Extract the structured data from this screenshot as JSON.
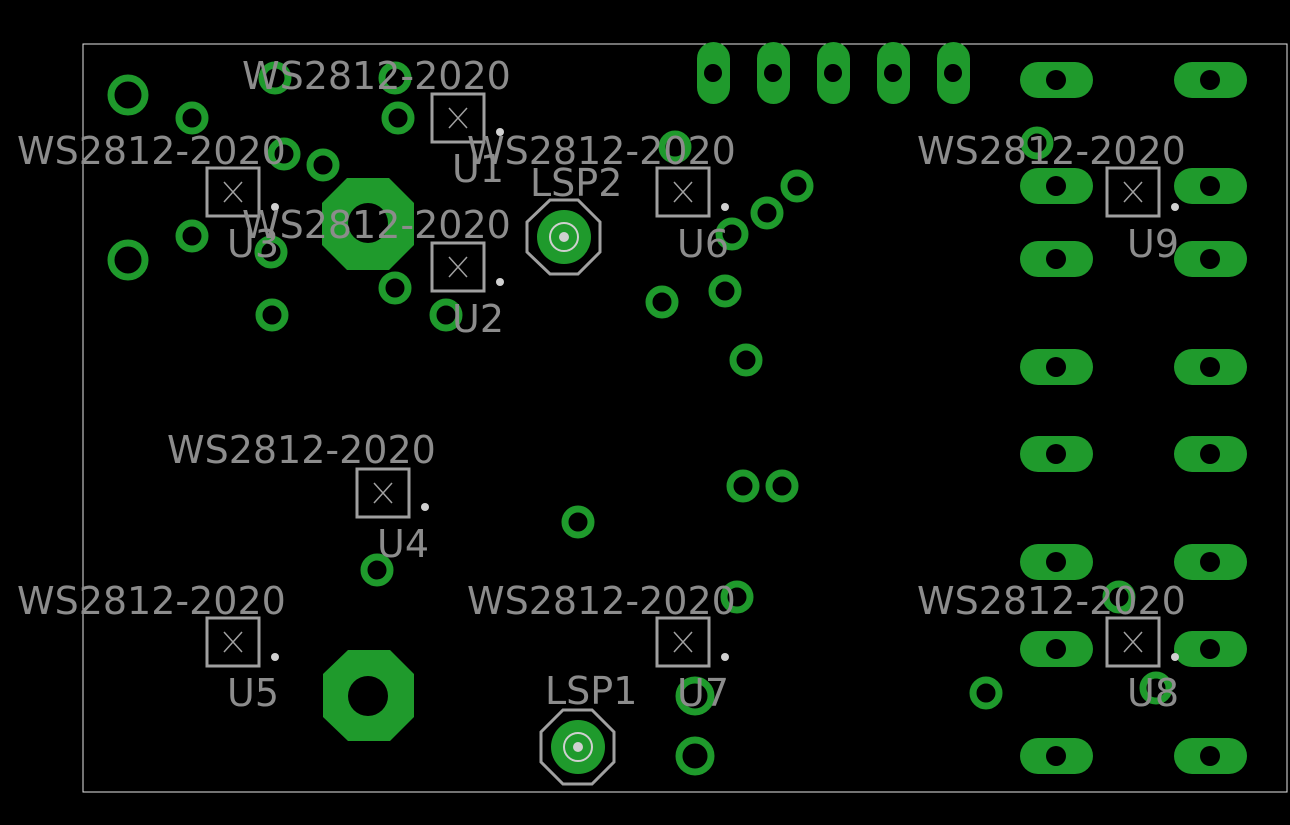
{
  "colors": {
    "background": "#000000",
    "copper": "#1f9a2c",
    "silk": "#a0a0a0",
    "outline": "#e6e6e6",
    "label": "#8c8c8c",
    "hole": "#000000"
  },
  "icons": {
    "board": "pcb-board-outline",
    "pad": "through-hole-pad-icon",
    "led": "smd-led-package-icon",
    "speaker": "speaker-pad-icon",
    "header": "pin-header-icon"
  },
  "labels": {
    "u1_value": "WS2812-2020",
    "u1_ref": "U1",
    "u2_value": "WS2812-2020",
    "u2_ref": "U2",
    "u3_value": "WS2812-2020",
    "u3_ref": "U3",
    "u4_value": "WS2812-2020",
    "u4_ref": "U4",
    "u5_value": "WS2812-2020",
    "u5_ref": "U5",
    "u6_value": "WS2812-2020",
    "u6_ref": "U6",
    "u7_value": "WS2812-2020",
    "u7_ref": "U7",
    "u8_value": "WS2812-2020",
    "u8_ref": "U8",
    "u9_value": "WS2812-2020",
    "u9_ref": "U9",
    "lsp1": "LSP1",
    "lsp2": "LSP2"
  }
}
